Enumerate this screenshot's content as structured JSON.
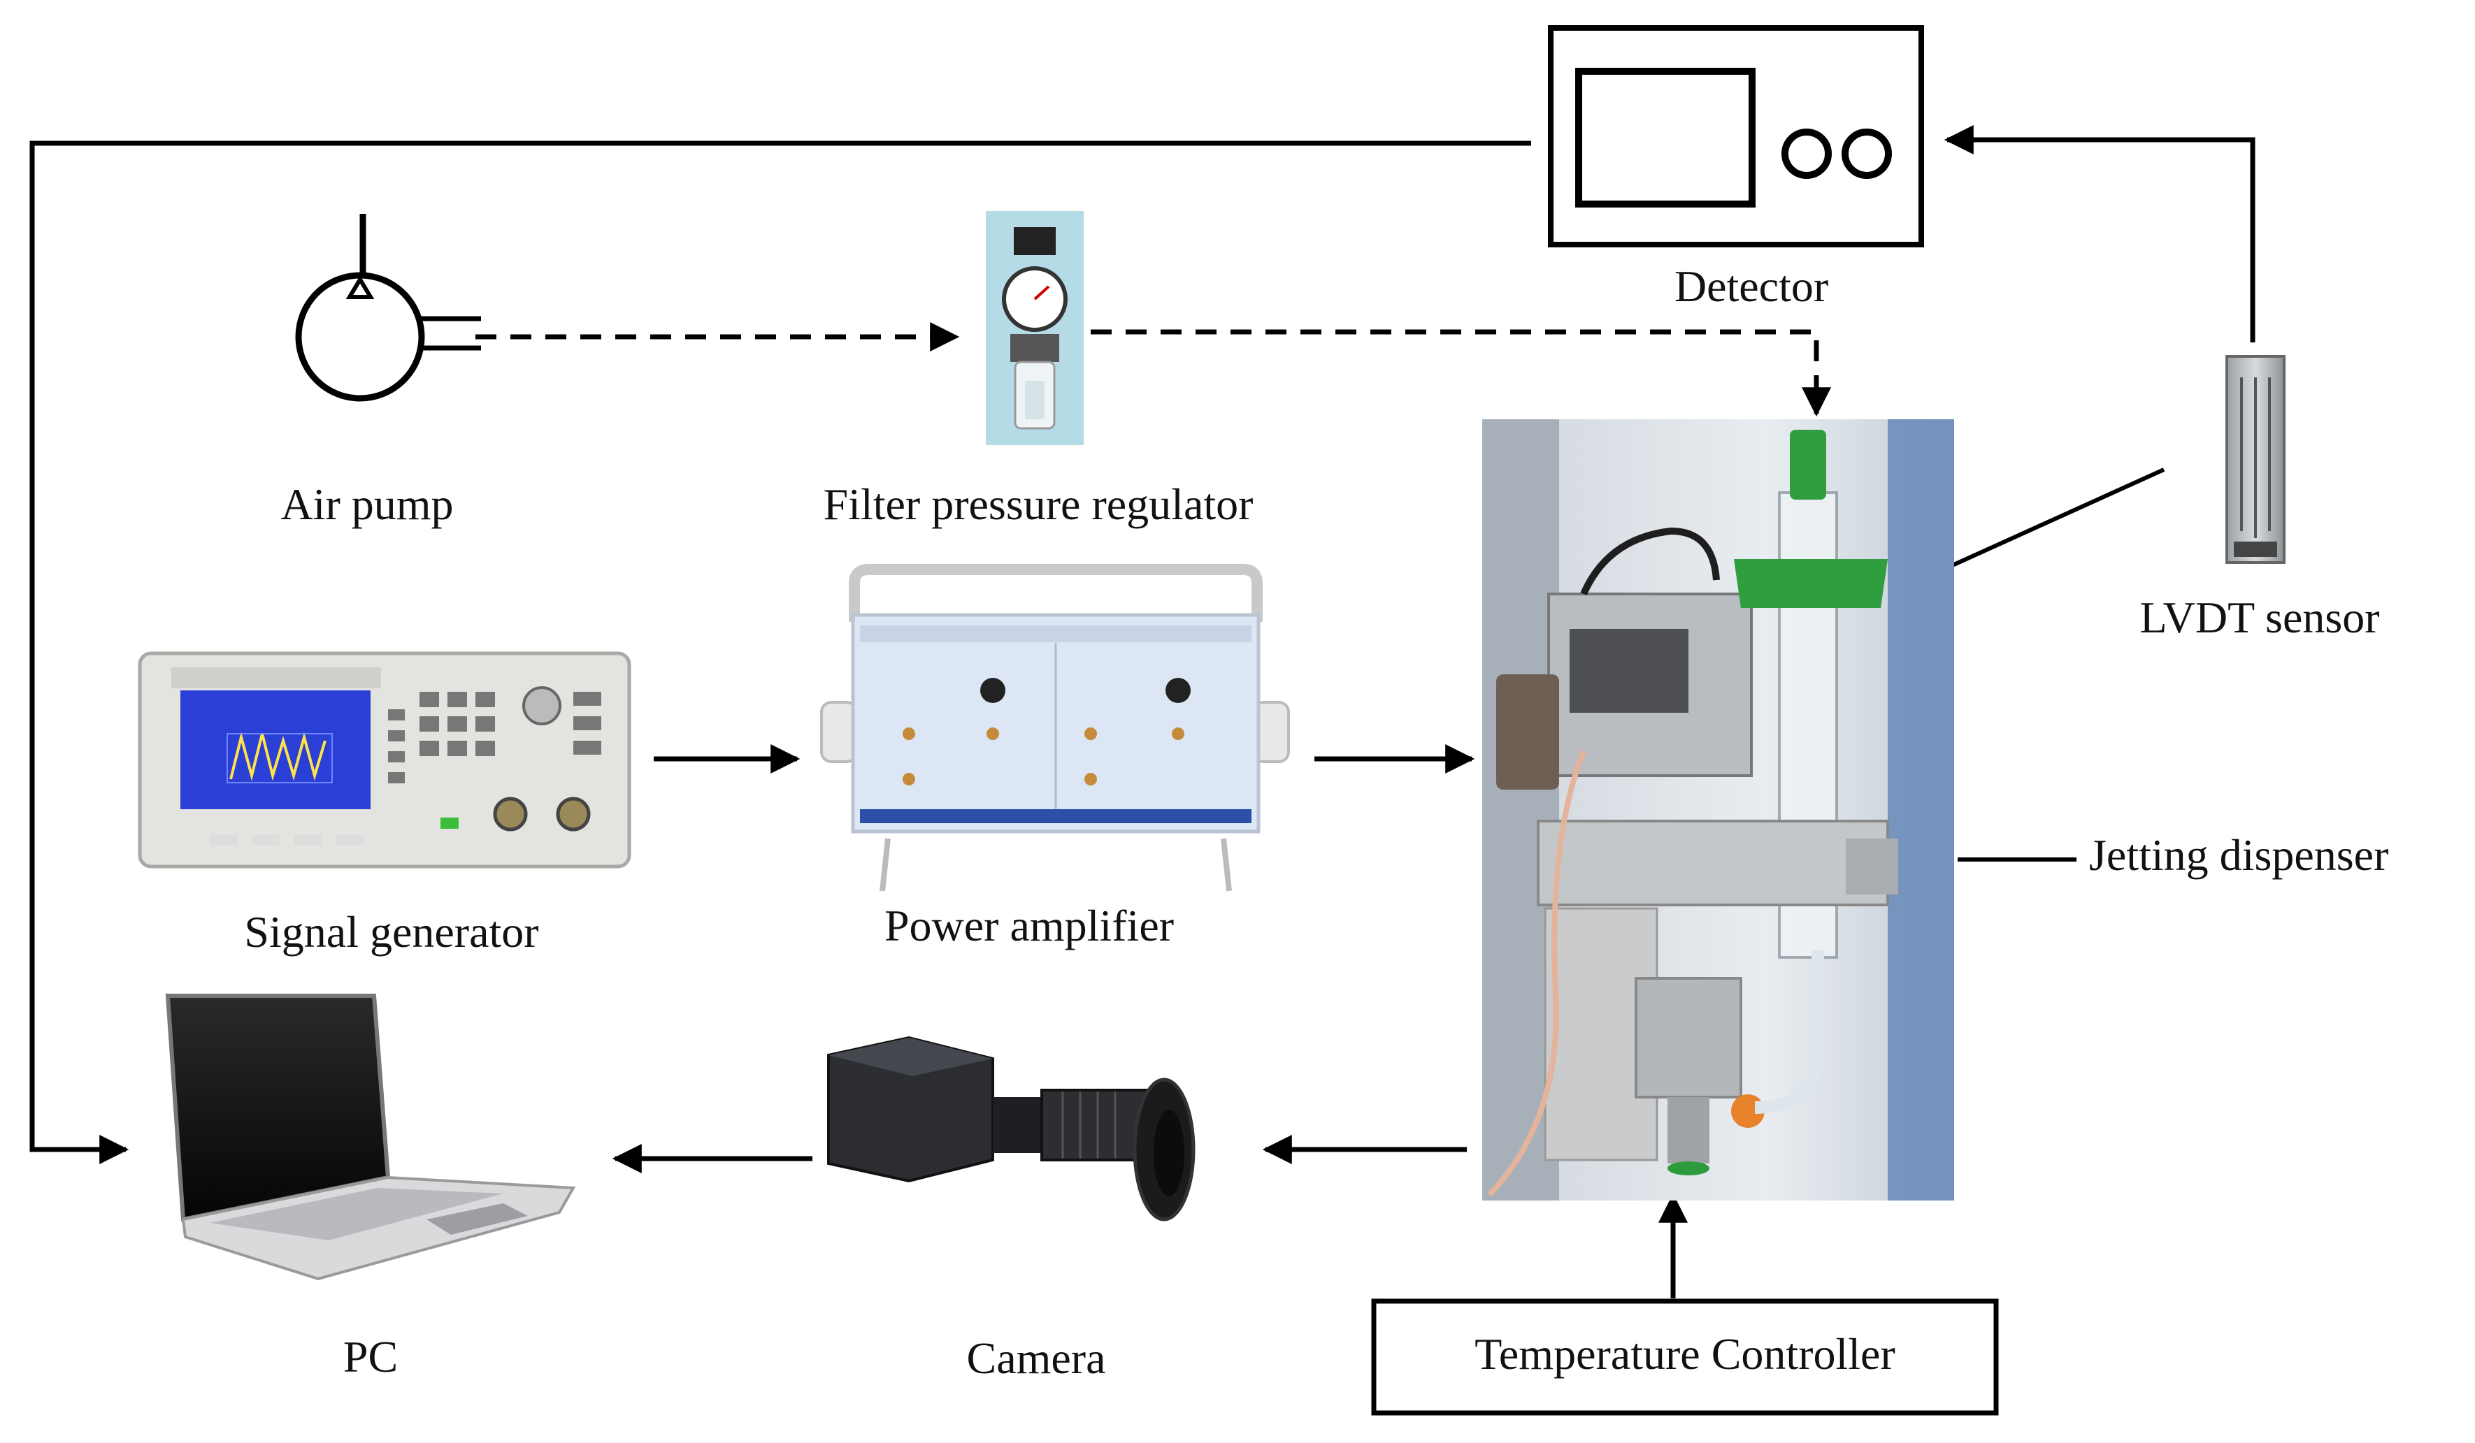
{
  "labels": {
    "detector": "Detector",
    "air_pump": "Air pump",
    "filter_regulator": "Filter pressure regulator",
    "lvdt": "LVDT sensor",
    "signal_generator": "Signal generator",
    "power_amplifier": "Power amplifier",
    "jetting_dispenser": "Jetting dispenser",
    "pc": "PC",
    "camera": "Camera",
    "temperature_controller": "Temperature Controller"
  }
}
